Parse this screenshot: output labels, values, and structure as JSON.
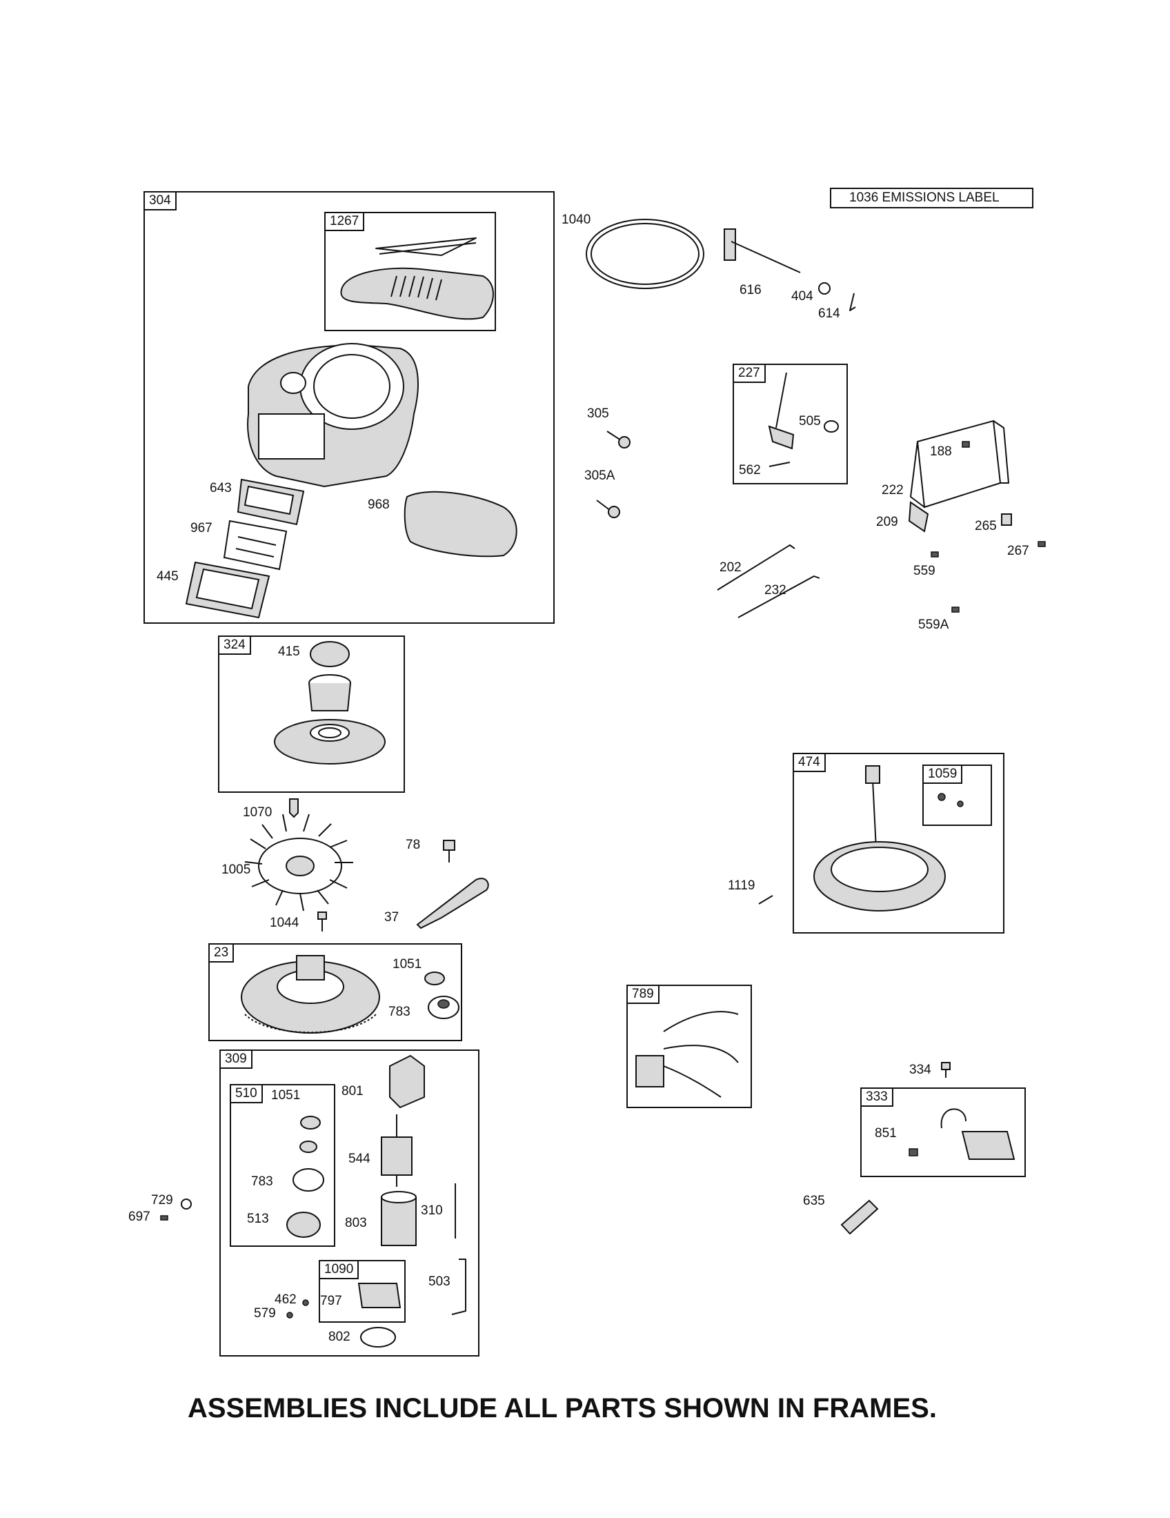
{
  "emissions_label": "1036 EMISSIONS LABEL",
  "footer_note": "ASSEMBLIES INCLUDE ALL PARTS SHOWN IN FRAMES.",
  "frames": {
    "f304": "304",
    "f1267": "1267",
    "f324": "324",
    "f23": "23",
    "f309": "309",
    "f510": "510",
    "f1090": "1090",
    "f227": "227",
    "f474": "474",
    "f1059": "1059",
    "f789": "789",
    "f333": "333"
  },
  "parts": {
    "p643": "643",
    "p968": "968",
    "p967": "967",
    "p445": "445",
    "p415": "415",
    "p1070": "1070",
    "p78": "78",
    "p1005": "1005",
    "p37": "37",
    "p1044": "1044",
    "p1051a": "1051",
    "p783a": "783",
    "p1051b": "1051",
    "p801": "801",
    "p544": "544",
    "p783b": "783",
    "p513": "513",
    "p803": "803",
    "p310": "310",
    "p729": "729",
    "p697": "697",
    "p503": "503",
    "p462": "462",
    "p579": "579",
    "p797": "797",
    "p802": "802",
    "p1040": "1040",
    "p616": "616",
    "p404": "404",
    "p614": "614",
    "p305": "305",
    "p305a": "305A",
    "p505": "505",
    "p562": "562",
    "p188": "188",
    "p222": "222",
    "p209": "209",
    "p265": "265",
    "p267": "267",
    "p559": "559",
    "p202": "202",
    "p232": "232",
    "p559a": "559A",
    "p1119": "1119",
    "p334": "334",
    "p851": "851",
    "p635": "635"
  }
}
